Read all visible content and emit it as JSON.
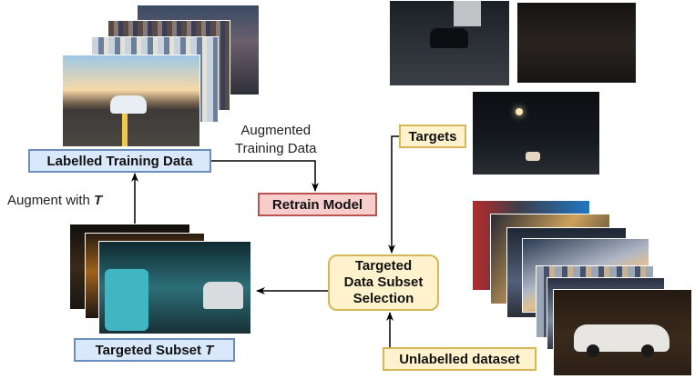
{
  "nodes": {
    "labelled": "Labelled Training Data",
    "retrain": "Retrain Model",
    "targets": "Targets",
    "targeted_selection": [
      "Targeted",
      "Data Subset",
      "Selection"
    ],
    "unlabelled": "Unlabelled dataset",
    "targeted_subset_prefix": "Targeted Subset ",
    "targeted_subset_var": "T"
  },
  "edges": {
    "augmented": [
      "Augmented",
      "Training Data"
    ],
    "augment_with_prefix": "Augment with ",
    "augment_with_var": "T"
  },
  "colors": {
    "blue_fill": "#dae8fc",
    "blue_stroke": "#6c8ebf",
    "red_fill": "#f8cecc",
    "red_stroke": "#b85450",
    "yellow_fill": "#fff2cc",
    "yellow_stroke": "#d6b656",
    "arrow": "#000000"
  },
  "images": {
    "labelled_stack": "daytime-road-and-crowd-photos",
    "top_targets": "night-road-photos",
    "target_main": "night-street-with-car",
    "unlabelled_stack": "mixed-city-and-night-photos",
    "subset_stack": "night-city-street-photos"
  }
}
